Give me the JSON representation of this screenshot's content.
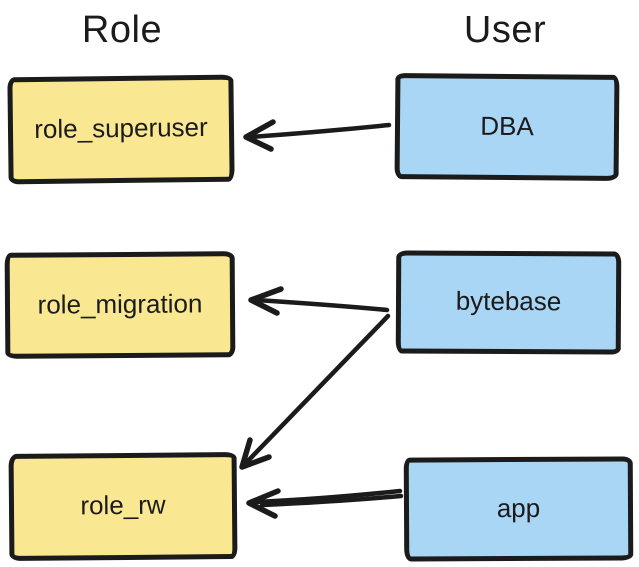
{
  "diagram": {
    "headers": {
      "role": "Role",
      "user": "User"
    },
    "roles": [
      {
        "id": "role_superuser",
        "label": "role_superuser"
      },
      {
        "id": "role_migration",
        "label": "role_migration"
      },
      {
        "id": "role_rw",
        "label": "role_rw"
      }
    ],
    "users": [
      {
        "id": "DBA",
        "label": "DBA"
      },
      {
        "id": "bytebase",
        "label": "bytebase"
      },
      {
        "id": "app",
        "label": "app"
      }
    ],
    "edges": [
      {
        "from": "DBA",
        "to": "role_superuser"
      },
      {
        "from": "bytebase",
        "to": "role_migration"
      },
      {
        "from": "bytebase",
        "to": "role_rw"
      },
      {
        "from": "app",
        "to": "role_rw"
      }
    ],
    "colors": {
      "role_fill": "#F9E891",
      "user_fill": "#A9D6F5",
      "stroke": "#1b1b1b",
      "background": "#ffffff"
    }
  }
}
